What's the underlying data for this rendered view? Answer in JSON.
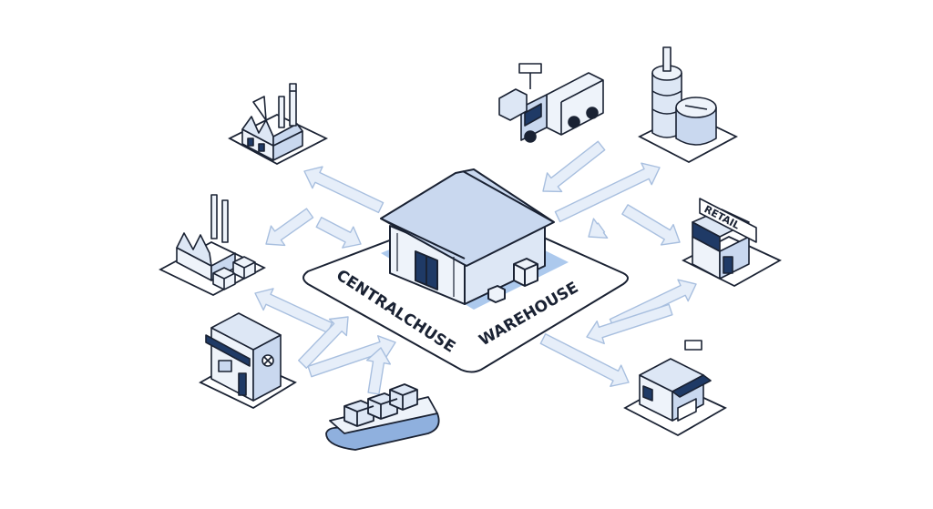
{
  "hub": {
    "label_left": "CENTRALCHUSE",
    "label_right": "WAREHOUSE"
  },
  "nodes": [
    {
      "key": "factory",
      "icon": "factory-icon"
    },
    {
      "key": "factory-with-boxes",
      "icon": "factory-boxes-icon"
    },
    {
      "key": "store",
      "icon": "store-icon"
    },
    {
      "key": "cargo-ship",
      "icon": "ship-icon"
    },
    {
      "key": "delivery-truck",
      "icon": "truck-icon"
    },
    {
      "key": "data-storage",
      "icon": "database-icon"
    },
    {
      "key": "retail",
      "icon": "retail-store-icon",
      "sign": "RETAIL"
    },
    {
      "key": "kiosk",
      "icon": "kiosk-icon"
    }
  ],
  "colors": {
    "stroke": "#1a2233",
    "accent_fill": "#c9d8ef",
    "accent_dark": "#8fb0de",
    "floor": "#9ec0ea",
    "arrow_fill": "#e6eef9",
    "arrow_stroke": "#a8bfdf"
  }
}
